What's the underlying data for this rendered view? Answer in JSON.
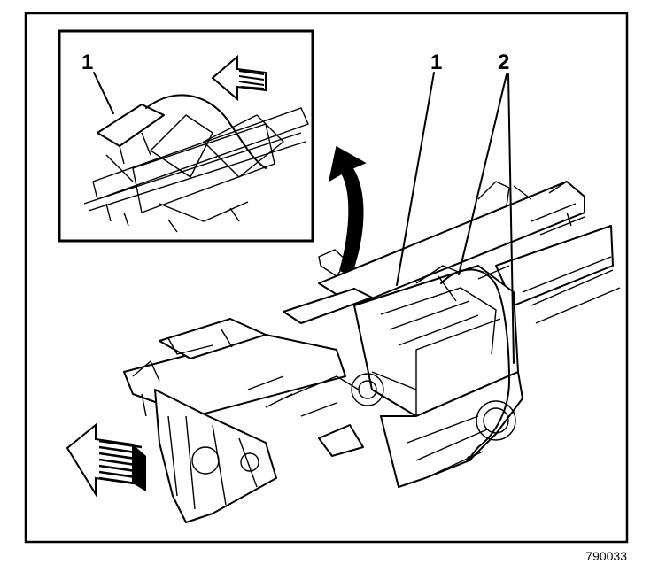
{
  "figure": {
    "figure_id": "790033",
    "callouts": {
      "inset_1": "1",
      "main_1": "1",
      "main_2": "2"
    },
    "icons": [
      "direction-arrow-icon",
      "curved-pointer-arrow-icon"
    ]
  }
}
